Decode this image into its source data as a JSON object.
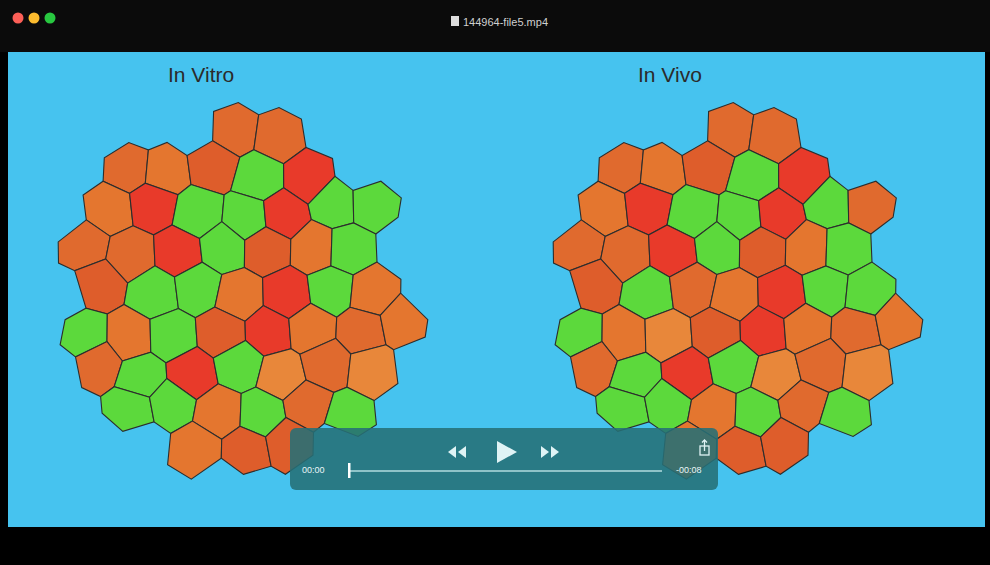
{
  "diagram": {
    "labels": [
      "144964-file5.mp4",
      "In Vitro",
      "In Vivo",
      "00:00",
      "-00:08"
    ]
  }
}
